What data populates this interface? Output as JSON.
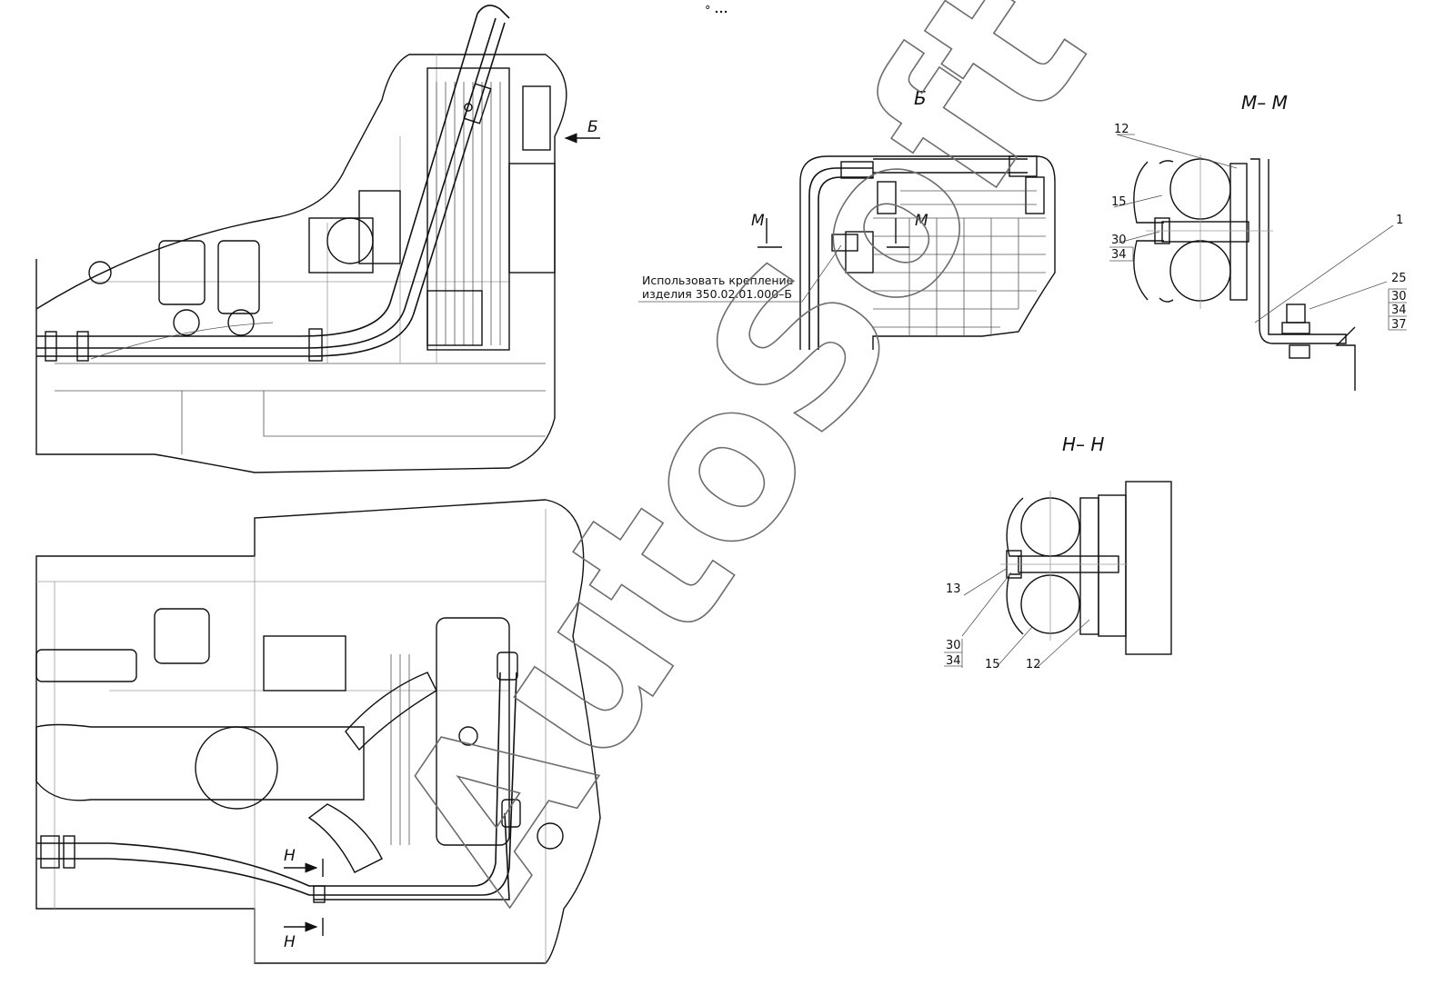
{
  "header_mark": "°",
  "views": {
    "view_b": {
      "title": "Б",
      "cut_mark": "М",
      "note_line1": "Использовать крепление",
      "note_line2": "изделия 350.02.01.000–Б"
    },
    "section_mm": {
      "title": "М– М",
      "labels": [
        "12",
        "15",
        "30",
        "34",
        "1",
        "25",
        "30",
        "34",
        "37"
      ]
    },
    "section_nn": {
      "title": "Н– Н",
      "labels": [
        "13",
        "30",
        "34",
        "15",
        "12"
      ]
    },
    "main_top": {
      "arrow_label": "Б"
    },
    "main_bottom": {
      "cut_mark": "Н"
    }
  },
  "watermark": "AutoSoft"
}
